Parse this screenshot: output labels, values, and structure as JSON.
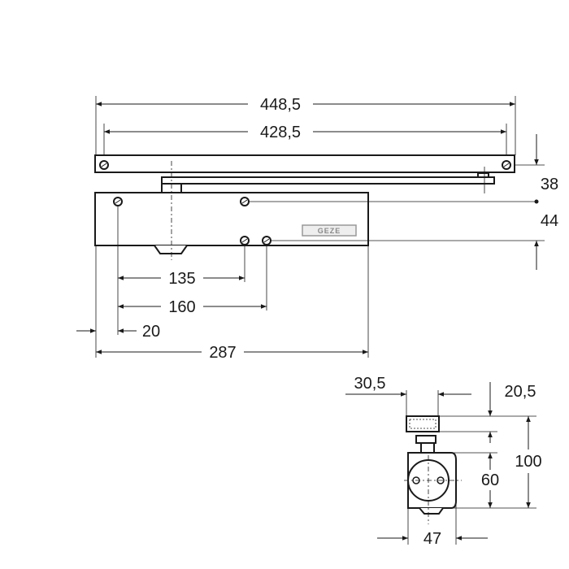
{
  "drawing": {
    "brand_logo": "GEZE",
    "front_view": {
      "overall_rail_length": "448,5",
      "rail_hole_spacing": "428,5",
      "rail_offset": "38",
      "hole_vertical_spacing": "44",
      "hole_spacing_a": "135",
      "hole_spacing_b": "160",
      "edge_to_hole": "20",
      "body_length": "287"
    },
    "side_view": {
      "rail_to_axis": "30,5",
      "rail_height": "20,5",
      "total_height": "100",
      "body_height": "60",
      "body_width": "47"
    }
  }
}
